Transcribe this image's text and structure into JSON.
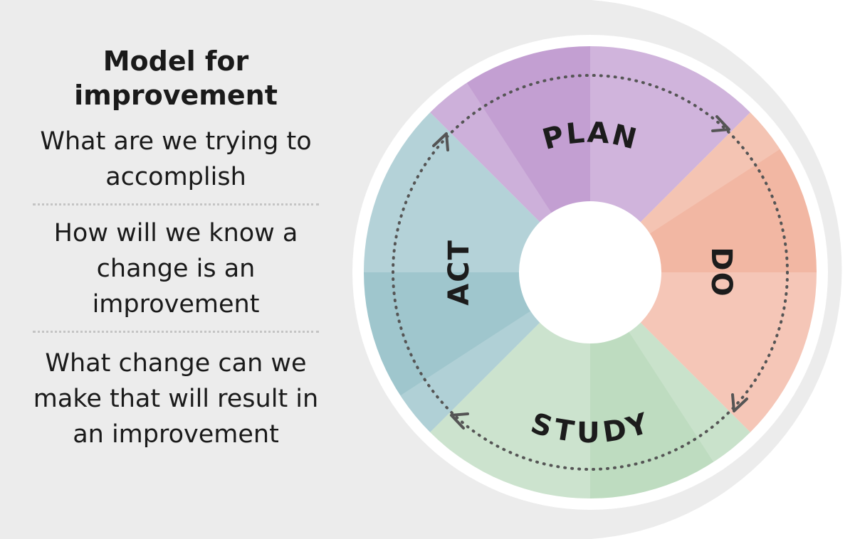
{
  "title": "Model for improvement",
  "questions": [
    "What are we trying to accomplish",
    "How will we know a change is an improvement",
    "What change can we make that will result in an improvement"
  ],
  "cycle": {
    "phases": [
      {
        "name": "PLAN",
        "color": "#c39fd2"
      },
      {
        "name": "DO",
        "color": "#f2b7a3"
      },
      {
        "name": "STUDY",
        "color": "#bedcc0"
      },
      {
        "name": "ACT",
        "color": "#9fc6cd"
      }
    ]
  },
  "colors": {
    "panel": "#ececec",
    "ring": "#ffffff",
    "text": "#1a1a1a",
    "arrow": "#555555"
  }
}
